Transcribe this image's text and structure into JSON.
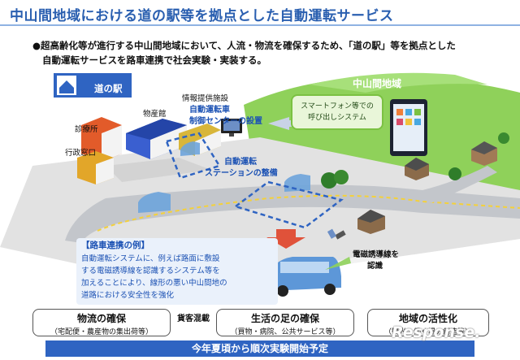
{
  "title": "中山間地域における道の駅等を拠点とした自動運転サービス",
  "intro": {
    "line1": "●超高齢化等が進行する中山間地域において、人流・物流を確保するため、「道の駅」等を拠点とした",
    "line2": "自動運転サービスを路車連携で社会実験・実装する。"
  },
  "illustration": {
    "region_label": "中山間地域",
    "station_title": "道の駅",
    "bubble_line1": "スマートフォン等での",
    "bubble_line2": "呼び出しシステム",
    "info_facility": "情報提供施設",
    "control_center_line1": "自動運転車",
    "control_center_line2": "制御センターの設置",
    "shop": "物産館",
    "clinic": "診療所",
    "admin_office": "行政窓口",
    "ad_station_line1": "自動運転",
    "ad_station_line2": "ステーションの整備",
    "em_guide_line1": "電磁誘導線を",
    "em_guide_line2": "認識"
  },
  "roadside": {
    "title": "【路車連携の例】",
    "lines": [
      "自動運転システムに、例えば路面に敷設",
      "する電磁誘導線を認識するシステム等を",
      "加えることにより、線形の悪い中山間地の",
      "道路における安全性を強化"
    ]
  },
  "benefits": [
    {
      "title": "物流の確保",
      "sub": "（宅配便・農産物の集出荷等）"
    },
    {
      "title": "生活の足の確保",
      "sub": "（買物・病院、公共サービス等）"
    },
    {
      "title": "地域の活性化",
      "sub": "（観光・働く場の創造等）"
    }
  ],
  "freight_label": "貨客混載",
  "banner": "今年夏頃から順次実験開始予定",
  "watermark": "Response."
}
